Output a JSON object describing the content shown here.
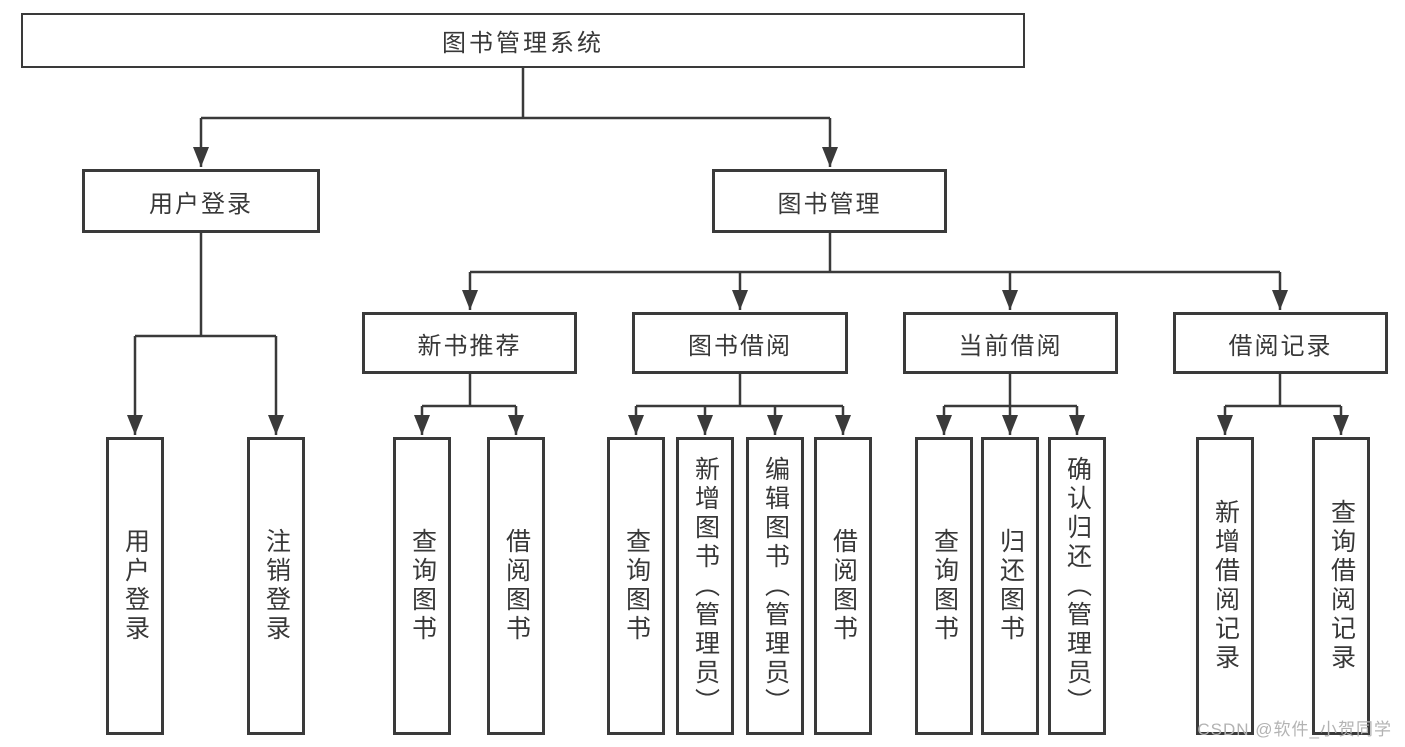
{
  "diagram": {
    "title": "图书管理系统",
    "colors": {
      "line": "#3a3a3a",
      "text": "#383838",
      "background": "#ffffff",
      "watermark": "#b3b3b3"
    },
    "root": {
      "label": "图书管理系统"
    },
    "user_login": {
      "label": "用户登录",
      "children": [
        {
          "label": "用户登录"
        },
        {
          "label": "注销登录"
        }
      ]
    },
    "book_mgmt": {
      "label": "图书管理",
      "groups": [
        {
          "label": "新书推荐",
          "children": [
            {
              "label": "查询图书"
            },
            {
              "label": "借阅图书"
            }
          ]
        },
        {
          "label": "图书借阅",
          "children": [
            {
              "label": "查询图书"
            },
            {
              "label": "新增图书（管理员）"
            },
            {
              "label": "编辑图书（管理员）"
            },
            {
              "label": "借阅图书"
            }
          ]
        },
        {
          "label": "当前借阅",
          "children": [
            {
              "label": "查询图书"
            },
            {
              "label": "归还图书"
            },
            {
              "label": "确认归还（管理员）"
            }
          ]
        },
        {
          "label": "借阅记录",
          "children": [
            {
              "label": "新增借阅记录"
            },
            {
              "label": "查询借阅记录"
            }
          ]
        }
      ]
    },
    "watermark": "CSDN @软件_小贺同学"
  }
}
